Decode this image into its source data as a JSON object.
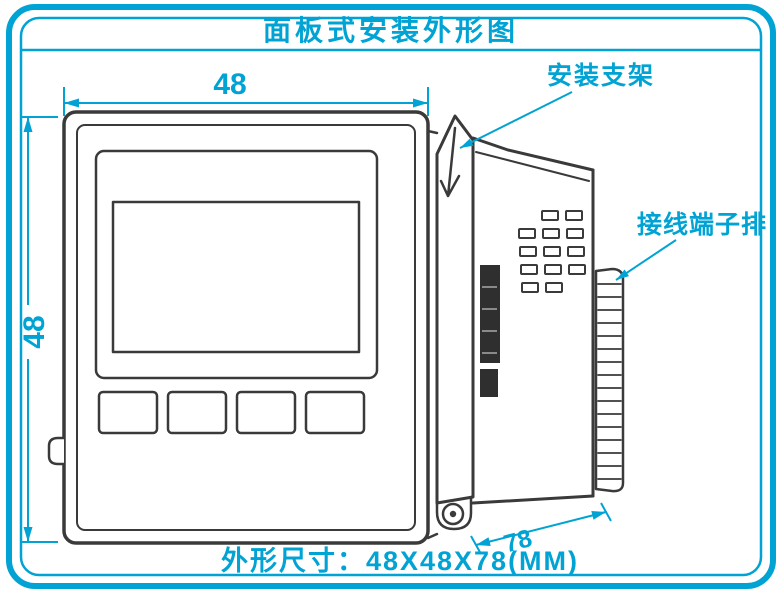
{
  "header": {
    "title": "面板式安装外形图"
  },
  "callouts": {
    "bracket": "安装支架",
    "terminal": "接线端子排"
  },
  "dims": {
    "width": "48",
    "height": "48",
    "depth": "78"
  },
  "footer": {
    "text": "外形尺寸：48X48X78(MM)"
  },
  "colors": {
    "accent": "#00A3D3",
    "line_art": "#3A3A3A"
  }
}
